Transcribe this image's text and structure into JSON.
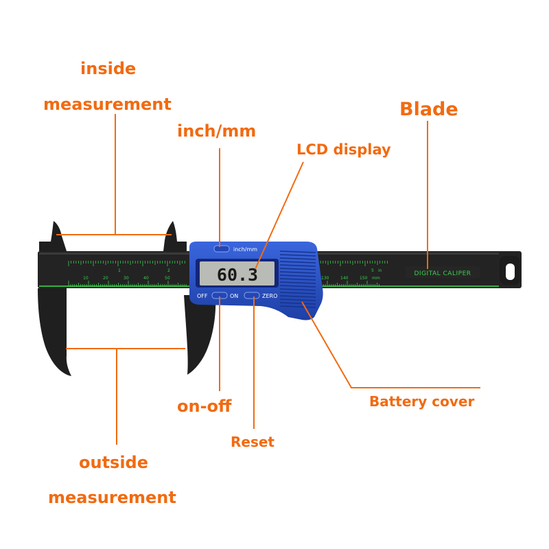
{
  "callouts": {
    "inside_line1": "inside",
    "inside_line2": "measurement",
    "blade": "Blade",
    "inch_mm": "inch/mm",
    "lcd_display": "LCD display",
    "on_off": "on-off",
    "reset": "Reset",
    "battery_cover": "Battery cover",
    "outside_line1": "outside",
    "outside_line2": "measurement"
  },
  "caliper": {
    "blade_text": "DIGITAL CALIPER",
    "unit_mm": "mm",
    "unit_in": "in",
    "button_label_inch_mm": "inch/mm",
    "button_label_off": "OFF",
    "button_label_on": "ON",
    "button_label_zero": "ZERO",
    "lcd_reading": "60.3",
    "scale_mm_labels": [
      "10",
      "20",
      "30",
      "40",
      "50",
      "130",
      "140",
      "150"
    ],
    "scale_in_labels": [
      "1",
      "2",
      "5"
    ]
  },
  "colors": {
    "callout_orange": "#f26a10",
    "leader_line": "#f26a10",
    "caliper_body": "#1e1e1e",
    "scale_green": "#39d24a",
    "slider_blue": "#2a52c9",
    "lcd_screen": "#b9bcb6"
  },
  "icons": [
    "inch-mm-button-icon",
    "on-off-button-icon",
    "zero-button-icon"
  ]
}
